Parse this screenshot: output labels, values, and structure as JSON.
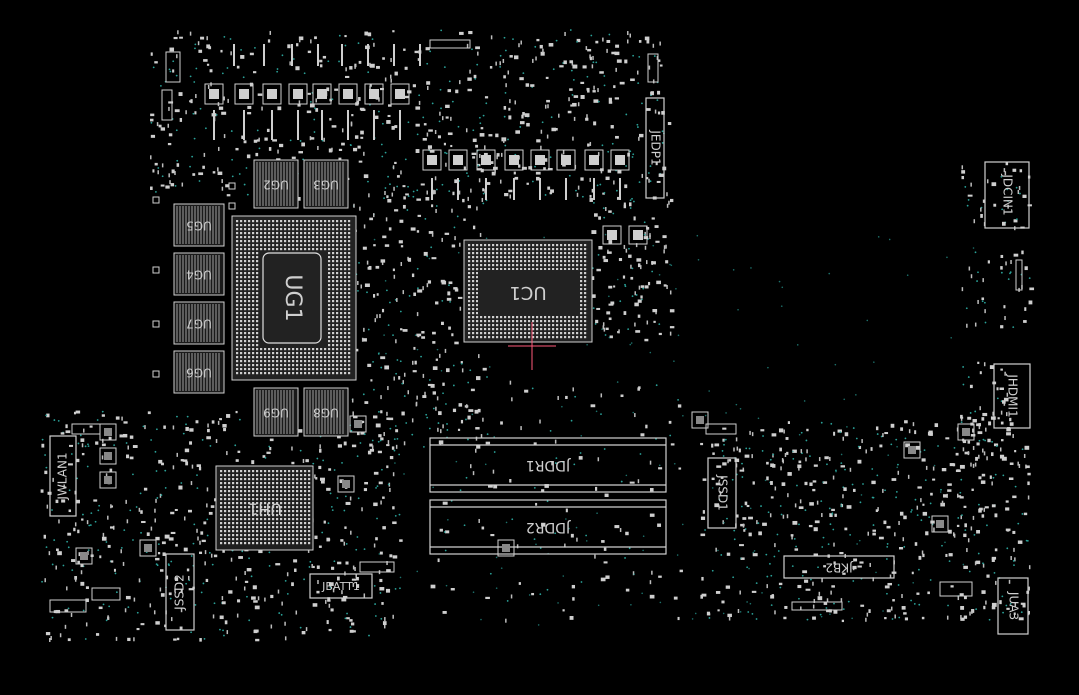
{
  "theme": {
    "background": "#000000",
    "outline": "#d0d0d0",
    "pad": "#cfcfcf",
    "via": "#2aa198",
    "cursor": "#ff5a7a"
  },
  "labels": {
    "ug1": "UG1",
    "uc1": "UC1",
    "uh1": "UH1",
    "ug2": "UG2",
    "ug3": "UG3",
    "ug4": "UG4",
    "ug5": "UG5",
    "ug6": "UG6",
    "ug7": "UG7",
    "ug8": "UG8",
    "ug9": "UG9",
    "jddr1": "JDDR1",
    "jddr2": "JDDR2",
    "jedp1": "JEDP1",
    "jdcin1": "JDCIN1",
    "jhdmi1": "JHDMI1",
    "jwlan1": "JWLAN1",
    "jssd1": "JSSD1",
    "jssd2": "JSSD2",
    "jbatt1": "JBATT1",
    "jkb2": "JKB2",
    "jua3": "JUA3"
  }
}
